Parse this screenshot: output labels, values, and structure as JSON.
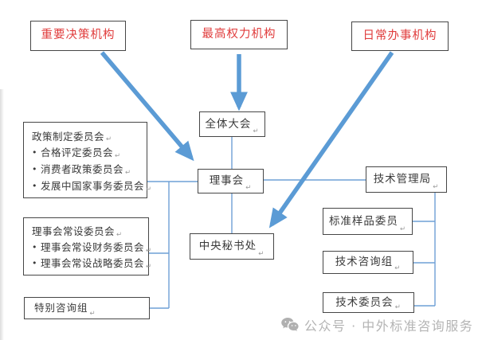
{
  "annotations": {
    "top_left": "重要决策机构",
    "top_center": "最高权力机构",
    "top_right": "日常办事机构"
  },
  "nodes": {
    "general_assembly": "全体大会",
    "council": "理事会",
    "central_secretariat": "中央秘书处",
    "technical_management_board": "技术管理局",
    "reference_materials_committee": "标准样品委员",
    "technical_advisory_group": "技术咨询组",
    "technical_committee": "技术委员会"
  },
  "left_boxes": [
    {
      "title": "政策制定委员会",
      "items": [
        "合格评定委员会",
        "消费者政策委员会",
        "发展中国家事务委员会"
      ]
    },
    {
      "title": "理事会常设委员会",
      "items": [
        "理事会常设财务委员会",
        "理事会常设战略委员会"
      ]
    },
    {
      "title": "特别咨询组",
      "items": []
    }
  ],
  "bullet": "•",
  "para_mark": "↵",
  "watermark": {
    "icon": "wechat-icon",
    "text": "公众号 · 中外标准咨询服务"
  },
  "colors": {
    "arrow_blue": "#5B9BD5",
    "connector_blue": "#6FA0D6",
    "annotation_red": "#E03C3C",
    "box_border": "#464646",
    "watermark_gray": "#B4B4B4"
  }
}
